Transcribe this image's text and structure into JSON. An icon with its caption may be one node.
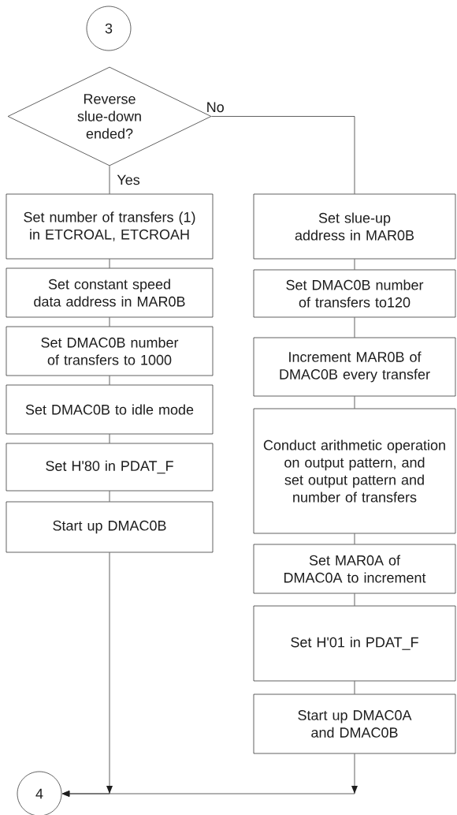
{
  "diagram": {
    "nodes": [
      {
        "text": [
          "3"
        ]
      },
      {
        "text": [
          "Reverse slue-down ended?"
        ]
      },
      {
        "text": [
          "Set number of transfers (1) in ETCROAL, ETCROAH"
        ]
      },
      {
        "text": [
          "Set constant speed data address in MAR0B"
        ]
      },
      {
        "text": [
          "Set DMAC0B number of transfers to 1000"
        ]
      },
      {
        "text": [
          "Set DMAC0B to idle mode"
        ]
      },
      {
        "text": [
          "Set H'80 in PDAT_F"
        ]
      },
      {
        "text": [
          "Start up DMAC0B"
        ]
      },
      {
        "text": [
          "Set slue-up address in MAR0B"
        ]
      },
      {
        "text": [
          "Set DMAC0B number of transfers to120"
        ]
      },
      {
        "text": [
          "Increment MAR0B of DMAC0B every transfer"
        ]
      },
      {
        "text": [
          "Conduct arithmetic operation on output pattern, and set output pattern and number of transfers"
        ]
      },
      {
        "text": [
          "Set MAR0A of DMAC0A to increment"
        ]
      },
      {
        "text": [
          "Set H'01 in PDAT_F"
        ]
      },
      {
        "text": [
          "Start up DMAC0A and DMAC0B"
        ]
      },
      {
        "text": [
          "4"
        ]
      }
    ],
    "edges": [
      {
        "from": 1,
        "to": 2,
        "arrow": "none",
        "label": "Yes"
      },
      {
        "from": 1,
        "to": 8,
        "arrow": "none",
        "label": "No"
      },
      {
        "from": 2,
        "to": 3,
        "arrow": "none"
      },
      {
        "from": 3,
        "to": 4,
        "arrow": "none"
      },
      {
        "from": 4,
        "to": 5,
        "arrow": "none"
      },
      {
        "from": 5,
        "to": 6,
        "arrow": "none"
      },
      {
        "from": 6,
        "to": 7,
        "arrow": "none"
      },
      {
        "from": 8,
        "to": 9,
        "arrow": "none"
      },
      {
        "from": 9,
        "to": 10,
        "arrow": "none"
      },
      {
        "from": 10,
        "to": 11,
        "arrow": "none"
      },
      {
        "from": 11,
        "to": 12,
        "arrow": "none"
      },
      {
        "from": 12,
        "to": 13,
        "arrow": "none"
      },
      {
        "from": 13,
        "to": 14,
        "arrow": "none"
      },
      {
        "from": 7,
        "to": 15,
        "arrow": "to"
      },
      {
        "from": 14,
        "to": 15,
        "arrow": "to"
      }
    ]
  }
}
